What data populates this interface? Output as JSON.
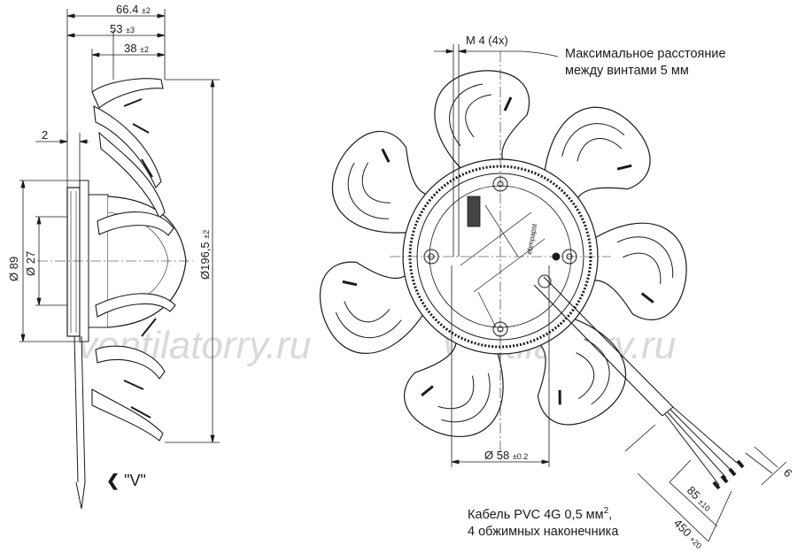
{
  "side_view": {
    "dims": {
      "overall_length": "66.4",
      "overall_length_tol": "±2",
      "blade_offset": "53",
      "blade_offset_tol": "±3",
      "hub_offset": "38",
      "hub_offset_tol": "±2",
      "flange_thickness": "2",
      "diameter_motor": "Ø 89",
      "diameter_shaft": "Ø 27",
      "diameter_blades": "Ø196,5",
      "diameter_blades_tol": "±2"
    },
    "view_label": "\"V\"",
    "view_arrow": "chevron-left-icon"
  },
  "front_view": {
    "thread_label": "M 4 (4x)",
    "thread_note_line1": "Максимальное расстояние",
    "thread_note_line2": "между винтами 5 мм",
    "bolt_circle": "Ø 58",
    "bolt_circle_tol": "±0.2",
    "hub_text": "ebmpapst",
    "cable_length": "450",
    "cable_length_tol": "+20",
    "strip_length": "85",
    "strip_length_tol": "±10",
    "end_length": "6",
    "cable_note_line1": "Кабель PVC 4G 0,5 мм",
    "cable_note_sup": "2",
    "cable_note_suffix": ",",
    "cable_note_line2": "4 обжимных наконечника"
  },
  "watermarks": [
    "ventilatorry.ru",
    "ventilatorry.ru"
  ],
  "colors": {
    "line": "#1a1a1a",
    "light_line": "#555555",
    "watermark": "#d9d9d9",
    "background": "#ffffff"
  }
}
